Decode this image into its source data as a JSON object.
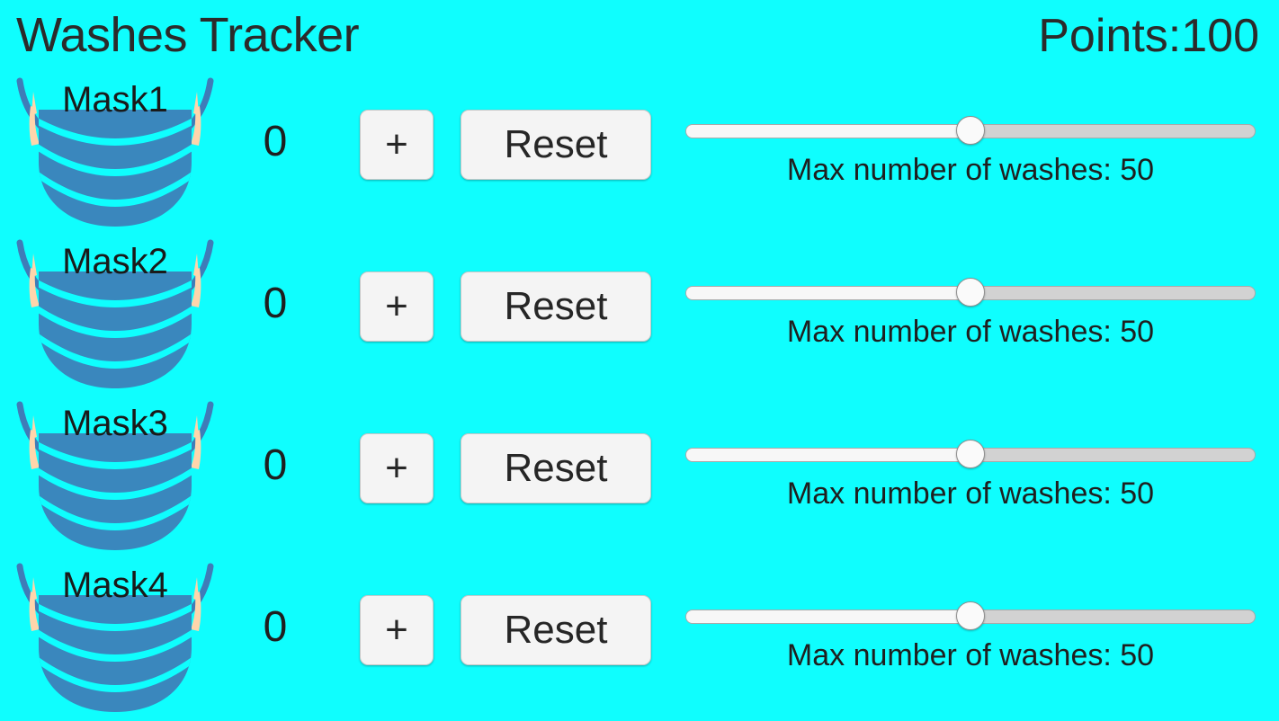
{
  "header": {
    "title": "Washes Tracker",
    "points_label": "Points:",
    "points_value": "100"
  },
  "colors": {
    "background": "#0FFEFE",
    "text": "#2B2B2B",
    "mask_body": "#3A87BD",
    "mask_strap": "#3F7CB8",
    "mask_ear": "#FFD5AB",
    "button_face": "#F4F4F4",
    "slider_track": "#D2D2D2",
    "slider_fill": "#F7F7F7",
    "slider_thumb": "#FAFAFA"
  },
  "labels": {
    "increment_button": "+",
    "reset_button": "Reset",
    "max_washes_prefix": "Max number of washes: "
  },
  "icons": {
    "mask": "face-mask-icon"
  },
  "rows": [
    {
      "mask_name": "Mask1",
      "count": "0",
      "increment_label": "+",
      "reset_label": "Reset",
      "slider_value": 50,
      "slider_percent": 50,
      "slider_min": 0,
      "slider_max": 100,
      "caption": "Max number of washes: 50"
    },
    {
      "mask_name": "Mask2",
      "count": "0",
      "increment_label": "+",
      "reset_label": "Reset",
      "slider_value": 50,
      "slider_percent": 50,
      "slider_min": 0,
      "slider_max": 100,
      "caption": "Max number of washes: 50"
    },
    {
      "mask_name": "Mask3",
      "count": "0",
      "increment_label": "+",
      "reset_label": "Reset",
      "slider_value": 50,
      "slider_percent": 50,
      "slider_min": 0,
      "slider_max": 100,
      "caption": "Max number of washes: 50"
    },
    {
      "mask_name": "Mask4",
      "count": "0",
      "increment_label": "+",
      "reset_label": "Reset",
      "slider_value": 50,
      "slider_percent": 50,
      "slider_min": 0,
      "slider_max": 100,
      "caption": "Max number of washes: 50"
    }
  ]
}
